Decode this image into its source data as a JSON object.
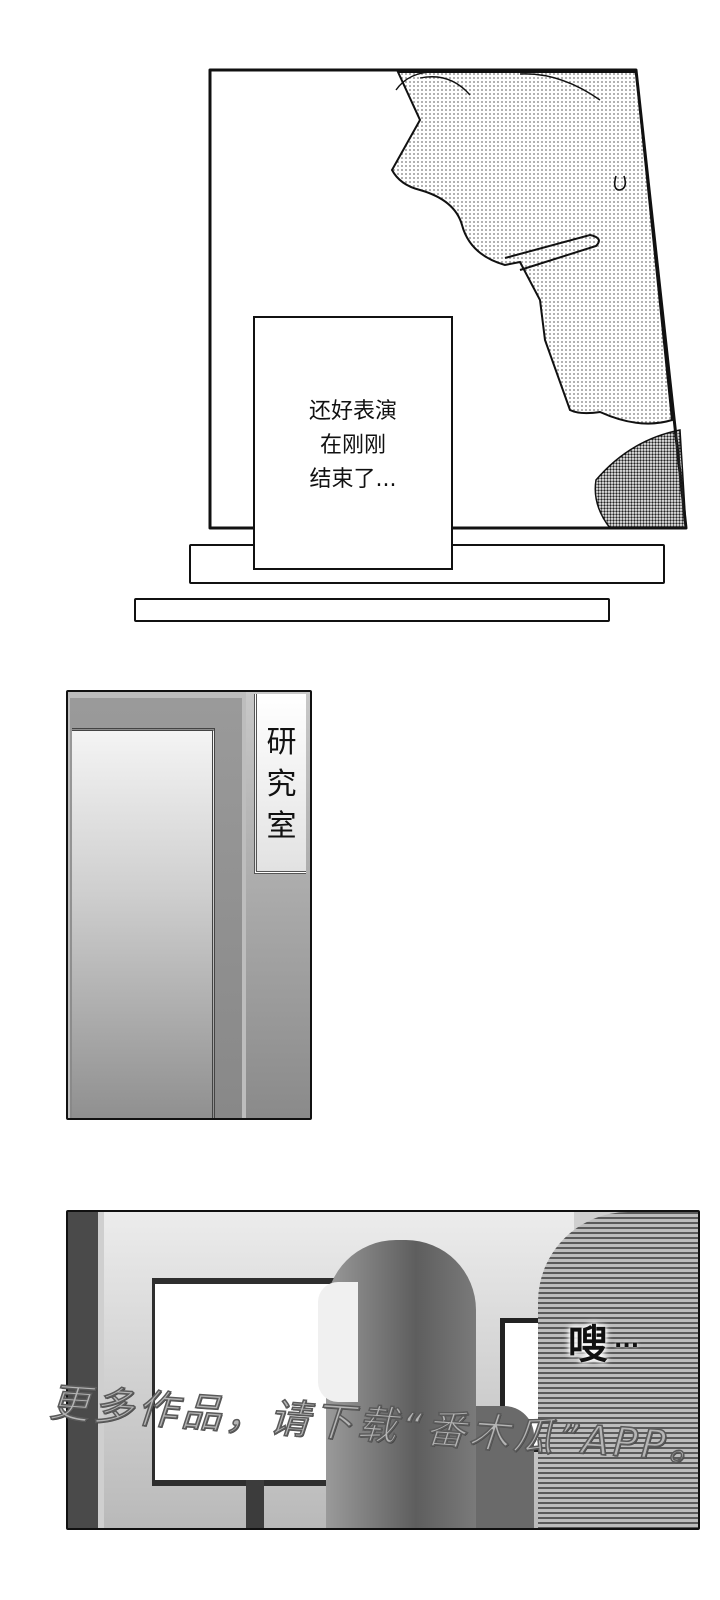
{
  "page": {
    "type": "manga-page",
    "background": "#ffffff"
  },
  "panels": [
    {
      "id": "panel-1",
      "description": "Close-up side profile of a man's face and neck, nervous sweat drop",
      "caption": "还好表演\n在刚刚\n结束了..."
    },
    {
      "id": "panel-2",
      "description": "Door with a vertical room sign",
      "sign": [
        "研",
        "究",
        "室"
      ]
    },
    {
      "id": "panel-3",
      "description": "Long-haired girl at a computer monitor, man's shoulder in foreground",
      "sfx": "嗖",
      "sfx_dots": "...",
      "watermark": "更多作品，请下载“番木瓜”APP。"
    }
  ],
  "colors": {
    "ink": "#111111",
    "screentone": "#6d6d6d",
    "watermark": "#b5b5b5"
  }
}
